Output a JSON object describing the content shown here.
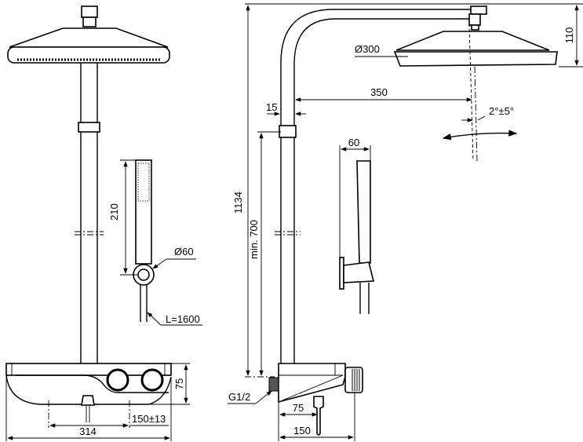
{
  "front_view": {
    "dim_hand_shower_height": "210",
    "dim_bracket_diameter": "Ø60",
    "dim_hose_length": "L=1600",
    "dim_body_height": "75",
    "dim_body_width": "314",
    "dim_inlet_spacing": "150±13"
  },
  "side_view": {
    "dim_head_height": "110",
    "dim_head_diameter": "Ø300",
    "dim_arm_reach": "350",
    "dim_pipe_offset": "15",
    "dim_tilt": "2°±5°",
    "dim_hand_shower_depth": "60",
    "dim_total_height": "1134",
    "dim_min_height": "min. 700",
    "dim_connection": "G1/2",
    "dim_body_depth_inner": "75",
    "dim_body_depth": "150"
  }
}
